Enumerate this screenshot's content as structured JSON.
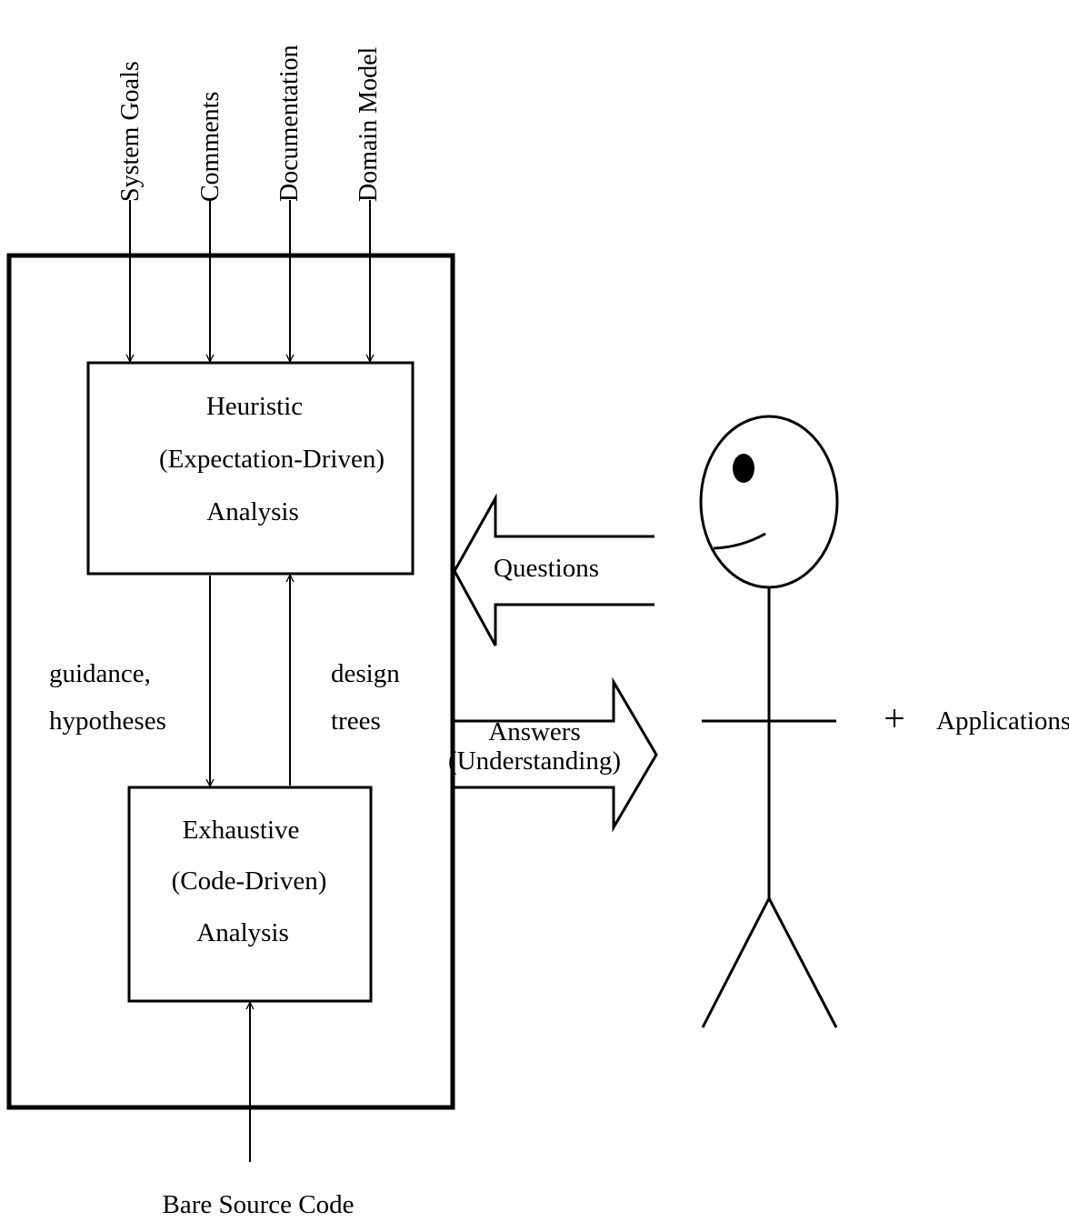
{
  "inputs": {
    "system_goals": "System Goals",
    "comments": "Comments",
    "documentation": "Documentation",
    "domain_model": "Domain Model"
  },
  "heuristic_box": {
    "line1": "Heuristic",
    "line2": "(Expectation-Driven)",
    "line3": "Analysis"
  },
  "exhaustive_box": {
    "line1": "Exhaustive",
    "line2": "(Code-Driven)",
    "line3": "Analysis"
  },
  "flows": {
    "guidance_line1": "guidance,",
    "guidance_line2": "hypotheses",
    "design_line1": "design",
    "design_line2": "trees",
    "questions": "Questions",
    "answers_line1": "Answers",
    "answers_line2": "(Understanding)",
    "bare_source_code": "Bare Source Code"
  },
  "person": {
    "plus_symbol": "+",
    "applications": "Applications"
  }
}
